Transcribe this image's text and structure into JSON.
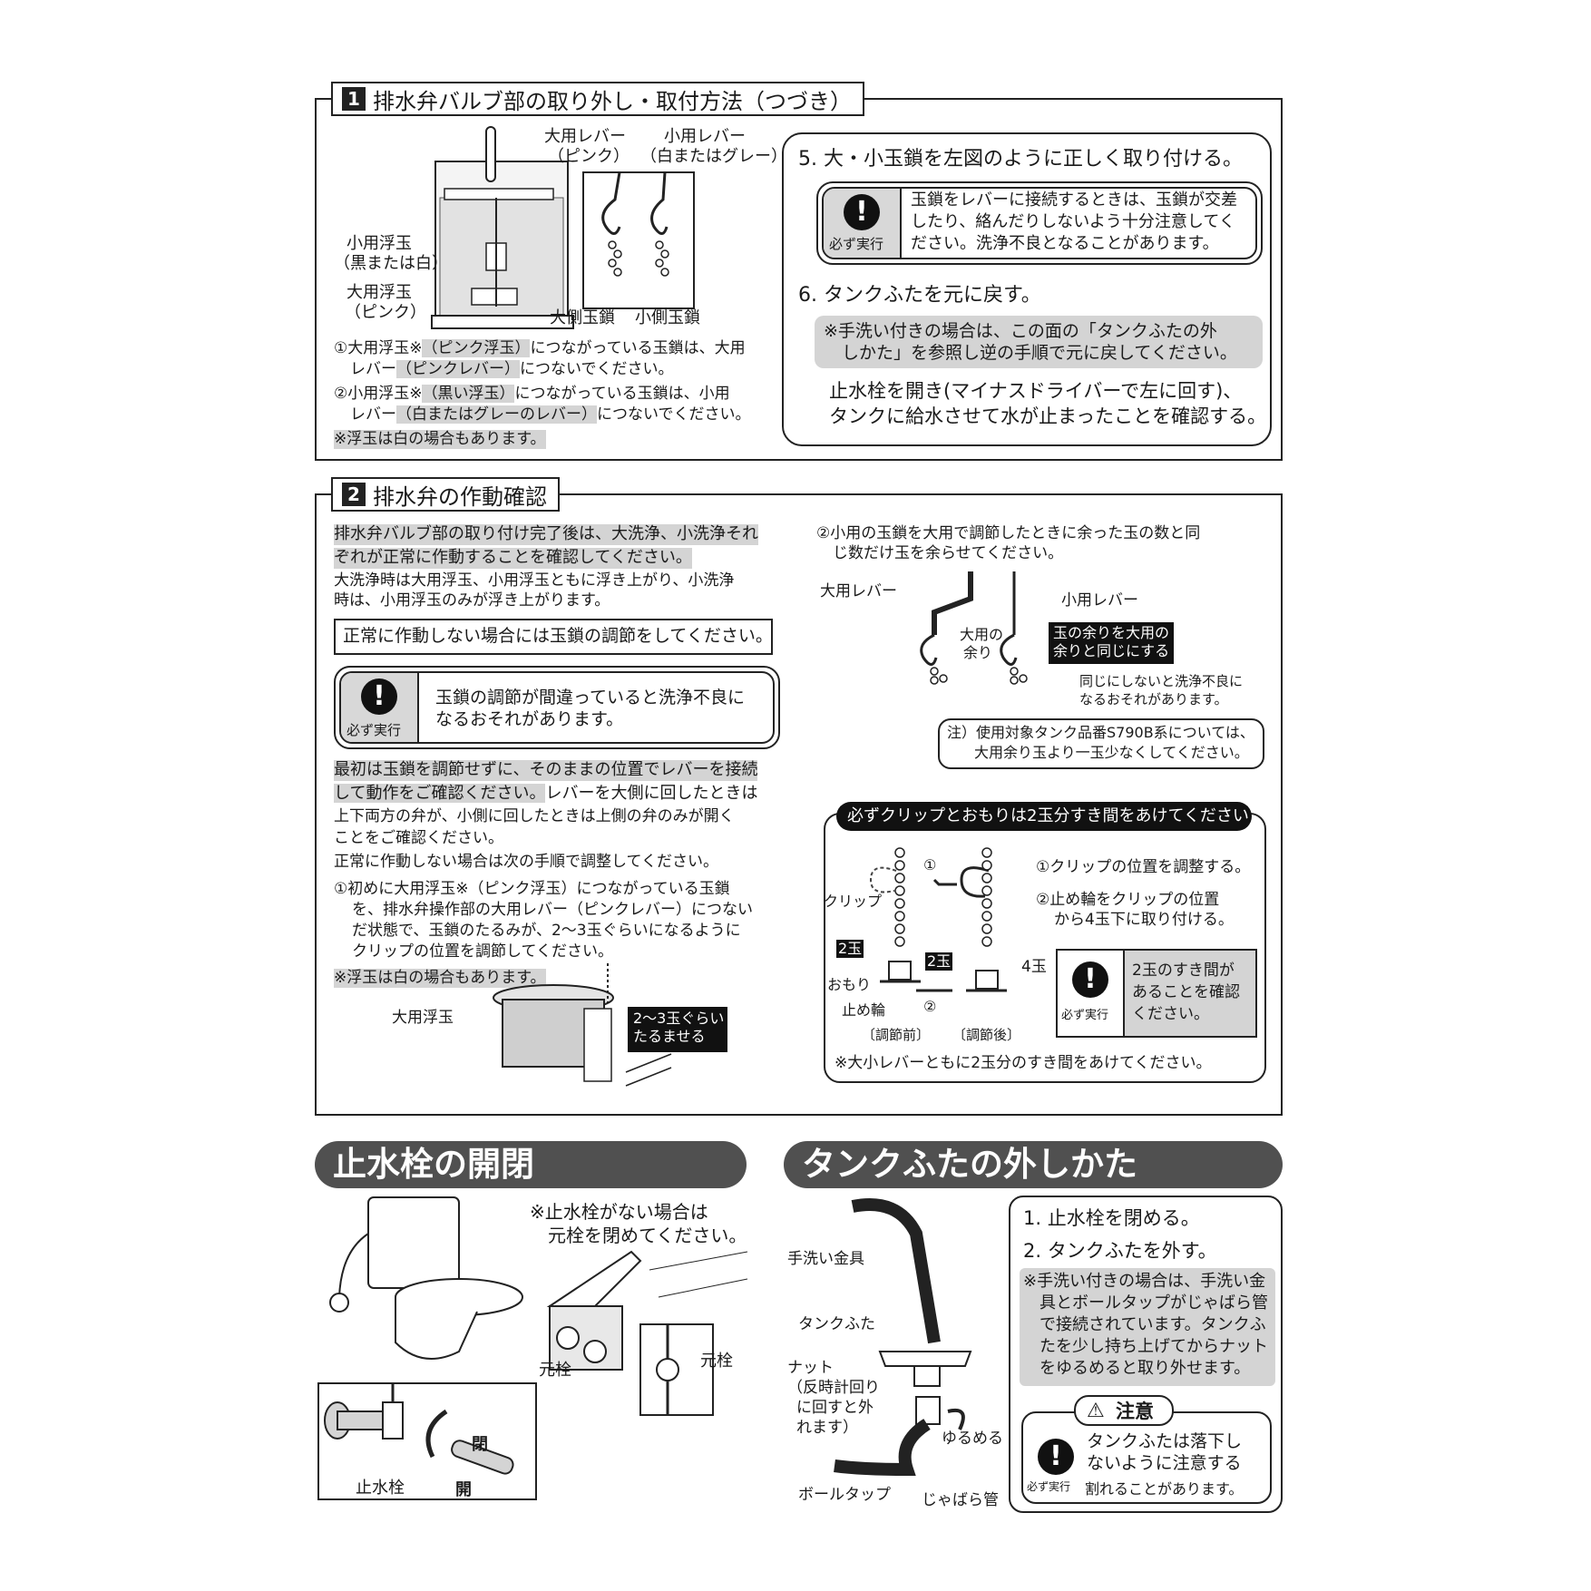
{
  "section1": {
    "number": "1",
    "title": "排水弁バルブ部の取り外し・取付方法（つづき）",
    "diagram": {
      "label_large_lever": "大用レバー",
      "label_large_lever_color": "（ピンク）",
      "label_small_lever": "小用レバー",
      "label_small_lever_color": "（白またはグレー）",
      "label_small_float": "小用浮玉",
      "label_small_float_color": "（黒または白）",
      "label_large_float": "大用浮玉",
      "label_large_float_color": "（ピンク）",
      "label_large_chain": "大側玉鎖",
      "label_small_chain": "小側玉鎖"
    },
    "note1_line1_a": "①大用浮玉※",
    "note1_line1_hl": "（ピンク浮玉）",
    "note1_line1_b": "につながっている玉鎖は、大用",
    "note1_line2_a": "レバー",
    "note1_line2_hl": "（ピンクレバー）",
    "note1_line2_b": "につないでください。",
    "note2_line1_a": "②小用浮玉※",
    "note2_line1_hl": "（黒い浮玉）",
    "note2_line1_b": "につながっている玉鎖は、小用",
    "note2_line2_a": "レバー",
    "note2_line2_hl": "（白またはグレーのレバー）",
    "note2_line2_b": "につないでください。",
    "note3": "※浮玉は白の場合もあります。",
    "step5": "5. 大・小玉鎖を左図のように正しく取り付ける。",
    "must_label": "必ず実行",
    "step5_warning_l1": "玉鎖をレバーに接続するときは、玉鎖が交差",
    "step5_warning_l2": "したり、絡んだりしないよう十分注意してく",
    "step5_warning_l3": "ださい。洗浄不良となることがあります。",
    "step6": "6. タンクふたを元に戻す。",
    "step6_note_l1": "※手洗い付きの場合は、この面の「タンクふたの外",
    "step6_note_l2": "しかた」を参照し逆の手順で元に戻してください。",
    "step6_final_l1": "止水栓を開き(マイナスドライバーで左に回す)、",
    "step6_final_l2": "タンクに給水させて水が止まったことを確認する。"
  },
  "section2": {
    "number": "2",
    "title": "排水弁の作動確認",
    "intro_hl_l1": "排水弁バルブ部の取り付け完了後は、大洗浄、小洗浄それ",
    "intro_hl_l2": "ぞれが正常に作動することを確認してください。",
    "intro_l1": "大洗浄時は大用浮玉、小用浮玉ともに浮き上がり、小洗浄",
    "intro_l2": "時は、小用浮玉のみが浮き上がります。",
    "boxed_note": "正常に作動しない場合には玉鎖の調節をしてください。",
    "must_label": "必ず実行",
    "warning_l1": "玉鎖の調節が間違っていると洗浄不良に",
    "warning_l2": "なるおそれがあります。",
    "first_hl_l1": "最初は玉鎖を調節せずに、そのままの位置でレバーを接続",
    "first_hl_l2": "して動作をご確認ください。",
    "first_l2_rest": "レバーを大側に回したときは",
    "first_l3": "上下両方の弁が、小側に回したときは上側の弁のみが開く",
    "first_l4": "ことをご確認ください。",
    "first_l5": "正常に作動しない場合は次の手順で調整してください。",
    "step1_l1": "①初めに大用浮玉※（ピンク浮玉）につながっている玉鎖",
    "step1_l2": "を、排水弁操作部の大用レバー（ピンクレバー）につない",
    "step1_l3": "だ状態で、玉鎖のたるみが、2〜3玉ぐらいになるように",
    "step1_l4": "クリップの位置を調節してください。",
    "float_note": "※浮玉は白の場合もあります。",
    "float_label": "大用浮玉",
    "slack_l1": "2〜3玉ぐらい",
    "slack_l2": "たるませる",
    "step2_l1": "②小用の玉鎖を大用で調節したときに余った玉の数と同",
    "step2_l2": "じ数だけ玉を余らせてください。",
    "label_large_lever": "大用レバー",
    "label_small_lever": "小用レバー",
    "label_large_rest_l1": "大用の",
    "label_large_rest_l2": "余り",
    "match_l1": "玉の余りを大用の",
    "match_l2": "余りと同じにする",
    "diff_l1": "同じにしないと洗浄不良に",
    "diff_l2": "なるおそれがあります。",
    "caution_l1": "注）使用対象タンク品番S790B系については、",
    "caution_l2": "大用余り玉より一玉少なくしてください。",
    "clip_title": "必ずクリップとおもりは2玉分すき間をあけてください",
    "clip_label": "クリップ",
    "two_beads": "2玉",
    "weight_label": "おもり",
    "stop_ring_label": "止め輪",
    "before_label": "〔調節前〕",
    "after_label": "〔調節後〕",
    "four_beads": "4玉",
    "arrow1": "①",
    "arrow2": "②",
    "clip_step1": "①クリップの位置を調整する。",
    "clip_step2_l1": "②止め輪をクリップの位置",
    "clip_step2_l2": "から4玉下に取り付ける。",
    "clip_must_l1": "2玉のすき間が",
    "clip_must_l2": "あることを確認",
    "clip_must_l3": "ください。",
    "clip_footer": "※大小レバーともに2玉分のすき間をあけてください。"
  },
  "valve": {
    "title": "止水栓の開閉",
    "note_l1": "※止水栓がない場合は",
    "note_l2": "元栓を閉めてください。",
    "label_main_valve": "元栓",
    "label_main_valve2": "元栓",
    "label_stop_valve": "止水栓",
    "label_close": "閉",
    "label_open": "開"
  },
  "lid": {
    "title": "タンクふたの外しかた",
    "label_faucet": "手洗い金具",
    "label_lid": "タンクふた",
    "label_nut_l1": "ナット",
    "label_nut_l2": "（反時計回り",
    "label_nut_l3": "に回すと外",
    "label_nut_l4": "れます）",
    "label_loosen": "ゆるめる",
    "label_balltap": "ボールタップ",
    "label_bellows": "じゃばら管",
    "step1": "1. 止水栓を閉める。",
    "step2": "2. タンクふたを外す。",
    "note_l1": "※手洗い付きの場合は、手洗い金",
    "note_l2": "具とボールタップがじゃばら管",
    "note_l3": "で接続されています。タンクふ",
    "note_l4": "たを少し持ち上げてからナット",
    "note_l5": "をゆるめると取り外せます。",
    "caution_title": "注意",
    "caution_l1": "タンクふたは落下し",
    "caution_l2": "ないように注意する",
    "caution_l3": "割れることがあります。",
    "must_label": "必ず実行"
  }
}
